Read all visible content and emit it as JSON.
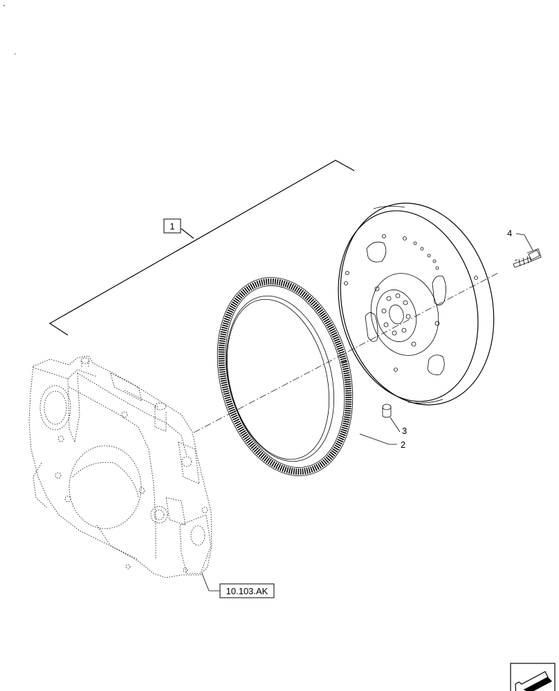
{
  "callouts": {
    "group": "1",
    "ring_gear": "2",
    "dowel_pin": "3",
    "bolt": "4"
  },
  "reference": "10.103.AK"
}
